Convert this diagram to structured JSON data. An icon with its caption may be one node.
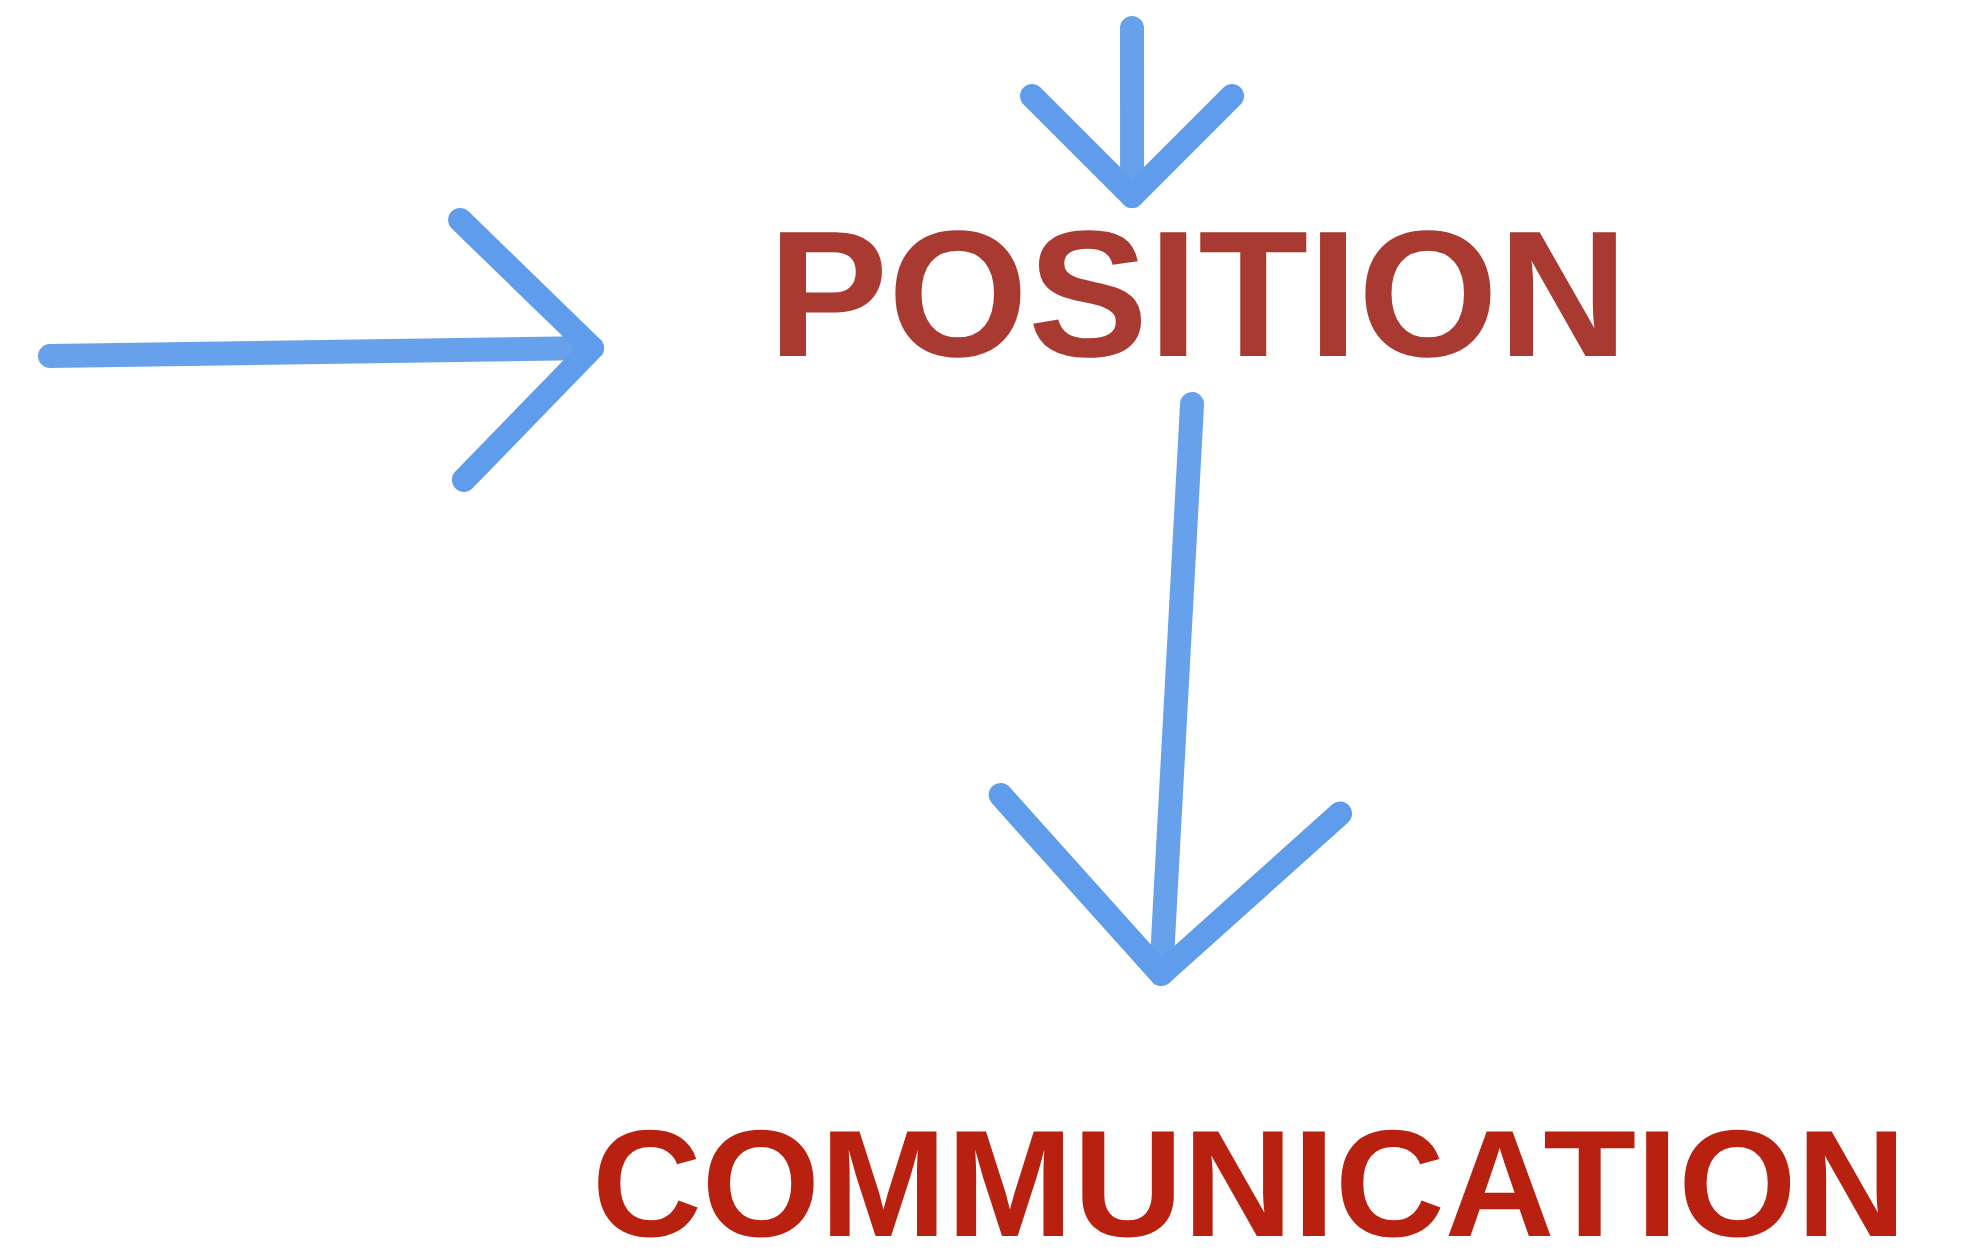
{
  "diagram": {
    "nodes": [
      {
        "text": [
          "POSITION"
        ]
      },
      {
        "text": [
          "COMMUNICATION"
        ]
      }
    ],
    "edges": [
      {
        "from": null,
        "to": 0,
        "arrow": "to"
      },
      {
        "from": null,
        "to": 0,
        "arrow": "to"
      },
      {
        "from": 0,
        "to": 1,
        "arrow": "to"
      }
    ]
  }
}
